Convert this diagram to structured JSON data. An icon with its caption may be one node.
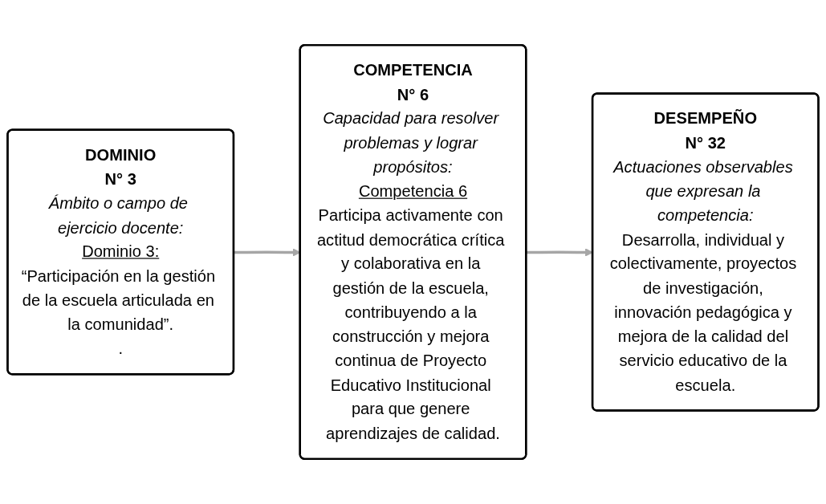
{
  "diagram": {
    "nodes": [
      {
        "text": [
          "DOMINIO",
          "N° 3",
          "Ámbito o campo de ejercicio docente:",
          "Dominio 3:",
          "“Participación en la gestión de la escuela articulada en la comunidad”.",
          "."
        ]
      },
      {
        "text": [
          "COMPETENCIA",
          "N° 6",
          "Capacidad para resolver problemas y lograr propósitos:",
          "Competencia 6",
          "Participa activamente con actitud democrática crítica y colaborativa en la gestión de la escuela, contribuyendo a la construcción y mejora continua de Proyecto Educativo Institucional para que genere aprendizajes de calidad."
        ]
      },
      {
        "text": [
          "DESEMPEÑO",
          "N° 32",
          "Actuaciones observables que expresan la competencia:",
          "Desarrolla, individual y colectivamente, proyectos de investigación, innovación pedagógica y mejora de la calidad del servicio educativo de la escuela."
        ]
      }
    ],
    "edges": [
      {
        "from": 0,
        "to": 1,
        "arrow": "to",
        "color": "#a6a6a6"
      },
      {
        "from": 1,
        "to": 2,
        "arrow": "to",
        "color": "#a6a6a6"
      }
    ]
  }
}
